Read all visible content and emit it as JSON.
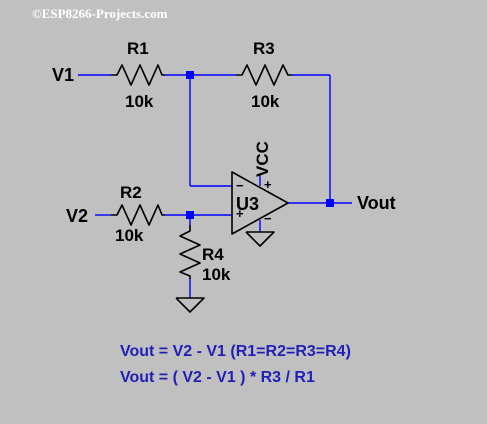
{
  "copyright": "©ESP8266-Projects.com",
  "colors": {
    "background": "#c0c0c0",
    "wire": "#0000ff",
    "component": "#000000",
    "equation": "#1f1fb8",
    "copyright": "#ffffff"
  },
  "nets": {
    "input1": "V1",
    "input2": "V2",
    "output": "Vout",
    "supply": "VCC"
  },
  "components": {
    "r1": {
      "name": "R1",
      "value": "10k"
    },
    "r2": {
      "name": "R2",
      "value": "10k"
    },
    "r3": {
      "name": "R3",
      "value": "10k"
    },
    "r4": {
      "name": "R4",
      "value": "10k"
    },
    "opamp": {
      "name": "U3",
      "minus": "−",
      "plus": "+"
    }
  },
  "equations": [
    "Vout = V2 - V1  (R1=R2=R3=R4)",
    "Vout =  ( V2 - V1 ) * R3 / R1"
  ]
}
